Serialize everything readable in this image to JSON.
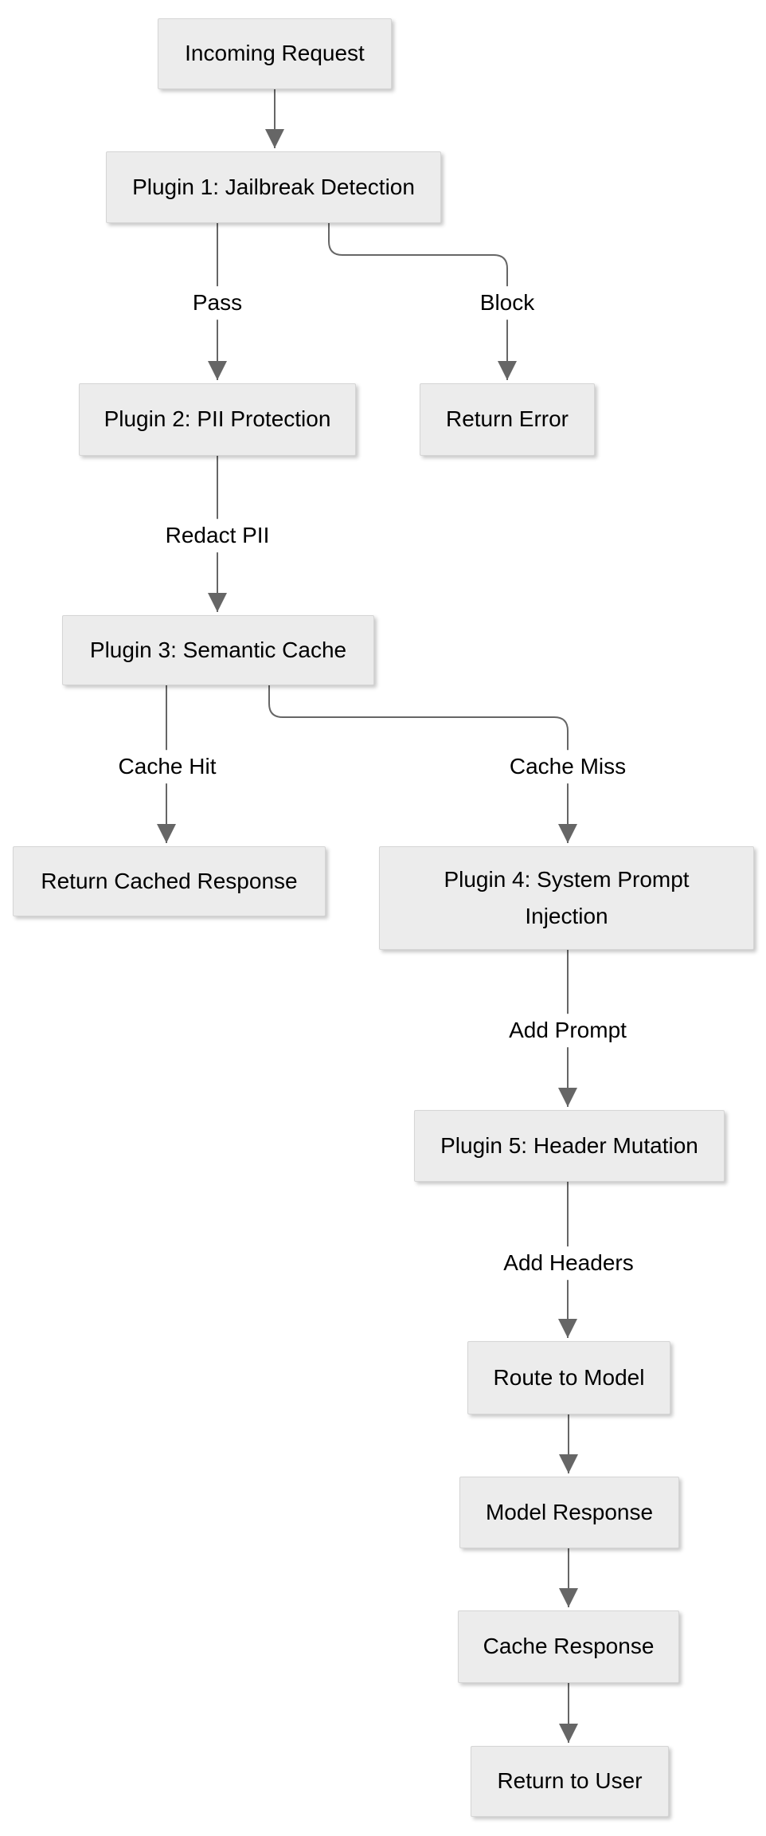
{
  "diagram": {
    "type": "flowchart",
    "direction": "top-down",
    "colors": {
      "node_fill": "#ececec",
      "node_border": "#d5d5d5",
      "edge_color": "#666666",
      "text_color": "#000000",
      "background": "#ffffff"
    },
    "nodes": {
      "incoming_request": {
        "label": "Incoming Request"
      },
      "plugin1": {
        "label": "Plugin 1: Jailbreak Detection"
      },
      "plugin2": {
        "label": "Plugin 2: PII Protection"
      },
      "return_error": {
        "label": "Return Error"
      },
      "plugin3": {
        "label": "Plugin 3: Semantic Cache"
      },
      "return_cached": {
        "label": "Return Cached Response"
      },
      "plugin4": {
        "label": "Plugin 4: System Prompt Injection"
      },
      "plugin5": {
        "label": "Plugin 5: Header Mutation"
      },
      "route_model": {
        "label": "Route to Model"
      },
      "model_response": {
        "label": "Model Response"
      },
      "cache_response": {
        "label": "Cache Response"
      },
      "return_user": {
        "label": "Return to User"
      }
    },
    "edges": [
      {
        "from": "incoming_request",
        "to": "plugin1",
        "label": ""
      },
      {
        "from": "plugin1",
        "to": "plugin2",
        "label": "Pass"
      },
      {
        "from": "plugin1",
        "to": "return_error",
        "label": "Block"
      },
      {
        "from": "plugin2",
        "to": "plugin3",
        "label": "Redact PII"
      },
      {
        "from": "plugin3",
        "to": "return_cached",
        "label": "Cache Hit"
      },
      {
        "from": "plugin3",
        "to": "plugin4",
        "label": "Cache Miss"
      },
      {
        "from": "plugin4",
        "to": "plugin5",
        "label": "Add Prompt"
      },
      {
        "from": "plugin5",
        "to": "route_model",
        "label": "Add Headers"
      },
      {
        "from": "route_model",
        "to": "model_response",
        "label": ""
      },
      {
        "from": "model_response",
        "to": "cache_response",
        "label": ""
      },
      {
        "from": "cache_response",
        "to": "return_user",
        "label": ""
      }
    ]
  }
}
